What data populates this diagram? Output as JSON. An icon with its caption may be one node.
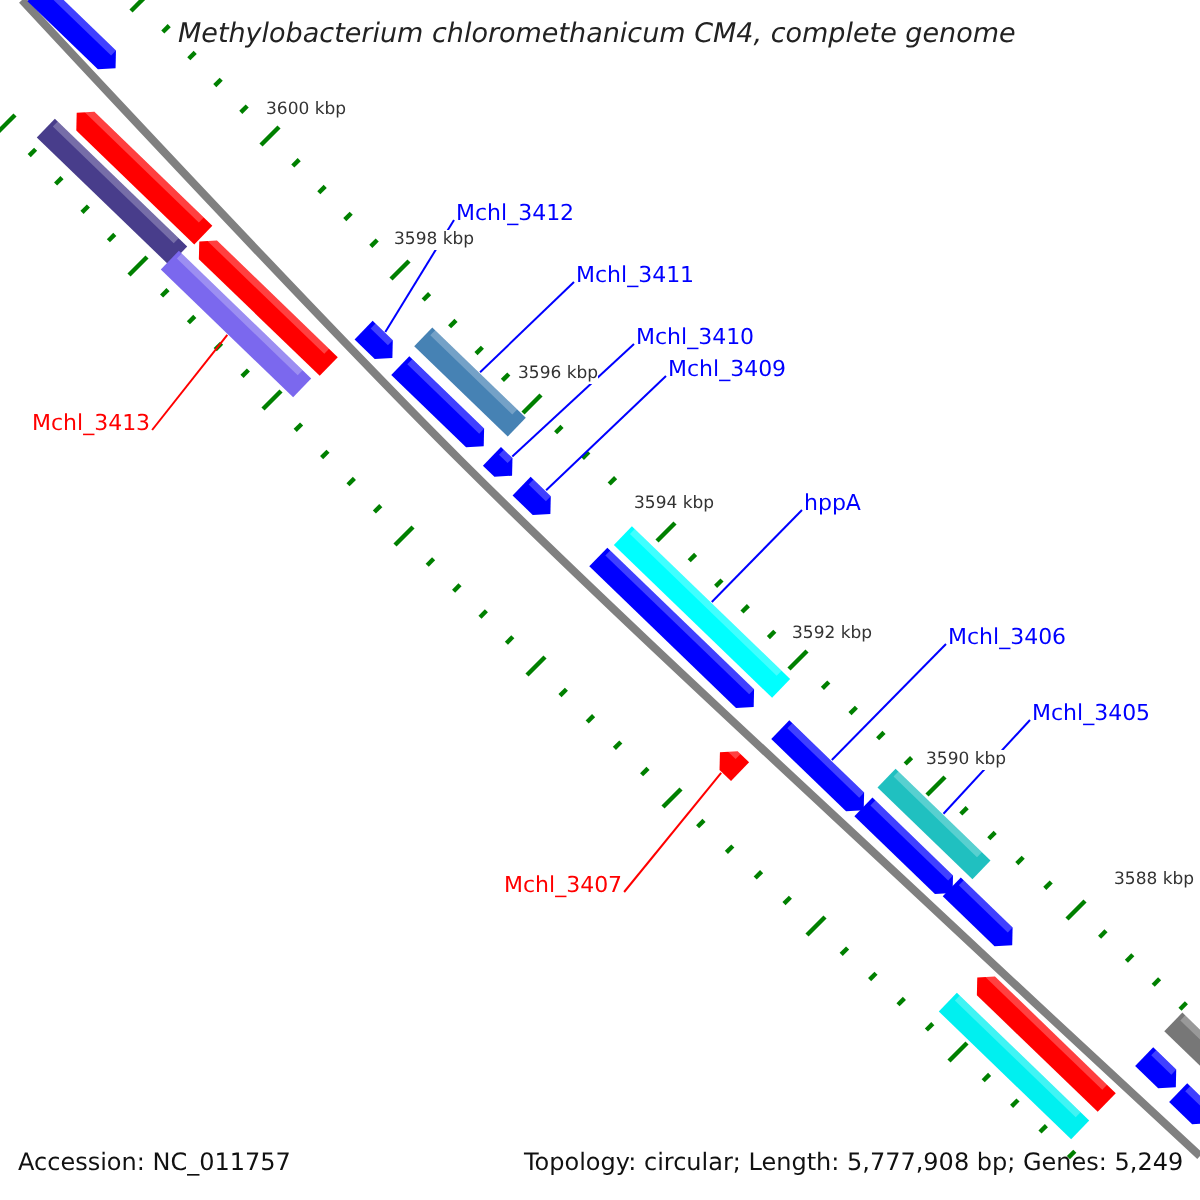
{
  "diagram": {
    "title": "Methylobacterium chloromethanicum CM4, complete genome",
    "nodes": [
      {
        "text": [
          "Mchl_3412"
        ]
      },
      {
        "text": [
          "Mchl_3411"
        ]
      },
      {
        "text": [
          "Mchl_3413"
        ]
      },
      {
        "text": [
          "Mchl_3410"
        ]
      },
      {
        "text": [
          "Mchl_3409"
        ]
      },
      {
        "text": [
          "hppA"
        ]
      },
      {
        "text": [
          "Mchl_3406"
        ]
      },
      {
        "text": [
          "Mchl_3405"
        ]
      },
      {
        "text": [
          "Mchl_3407"
        ]
      },
      {
        "text": [],
        "shape": "arrow"
      },
      {
        "text": [],
        "shape": "arrow"
      },
      {
        "text": [],
        "shape": "bar"
      },
      {
        "text": [],
        "shape": "arrow"
      },
      {
        "text": [],
        "shape": "bar"
      },
      {
        "text": [],
        "shape": "arrow"
      },
      {
        "text": [],
        "shape": "bar"
      },
      {
        "text": [],
        "shape": "arrow"
      },
      {
        "text": [],
        "shape": "arrow"
      },
      {
        "text": [],
        "shape": "arrow"
      },
      {
        "text": [],
        "shape": "bar"
      },
      {
        "text": [],
        "shape": "arrow"
      },
      {
        "text": [],
        "shape": "arrow"
      },
      {
        "text": [],
        "shape": "arrow"
      },
      {
        "text": [],
        "shape": "bar"
      },
      {
        "text": [],
        "shape": "arrow"
      },
      {
        "text": [],
        "shape": "arrow"
      },
      {
        "text": [],
        "shape": "arrow"
      },
      {
        "text": [],
        "shape": "bar"
      },
      {
        "text": [],
        "shape": "bar"
      },
      {
        "text": [],
        "shape": "arrow"
      },
      {
        "text": [],
        "shape": "arrow"
      }
    ],
    "edges": [
      {
        "from": 0,
        "to": 14,
        "arrow": "none"
      },
      {
        "from": 1,
        "to": 15,
        "arrow": "none"
      },
      {
        "from": 2,
        "to": 13,
        "arrow": "none",
        "color": "#ff0000"
      },
      {
        "from": 3,
        "to": 17,
        "arrow": "none"
      },
      {
        "from": 4,
        "to": 18,
        "arrow": "none"
      },
      {
        "from": 5,
        "to": 19,
        "arrow": "none"
      },
      {
        "from": 6,
        "to": 22,
        "arrow": "none"
      },
      {
        "from": 7,
        "to": 23,
        "arrow": "none"
      },
      {
        "from": 8,
        "to": 21,
        "arrow": "none",
        "color": "#ff0000"
      }
    ],
    "labels": [
      "3600 kbp",
      "3598 kbp",
      "3596 kbp",
      "3594 kbp",
      "3592 kbp",
      "3590 kbp",
      "3588 kbp",
      "Accession: NC_011757",
      "Topology: circular; Length: 5,777,908 bp; Genes: 5,249"
    ]
  }
}
